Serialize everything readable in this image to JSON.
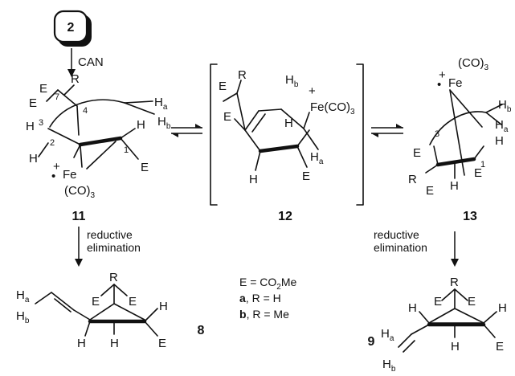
{
  "start": {
    "label": "2",
    "reagent": "CAN"
  },
  "compound11": {
    "label": "11",
    "atoms": {
      "E7a": "E",
      "R": "R",
      "E7b": "E",
      "Ha": "H",
      "a": "a",
      "Hb": "H",
      "b": "b",
      "H3": "H",
      "H2": "H",
      "H1": "H",
      "E1": "E",
      "Fe": "Fe",
      "charge": "+",
      "dot": "•",
      "CO": "(CO)",
      "CO3": "3"
    },
    "numbers": {
      "n7": "7",
      "n4": "4",
      "n3": "3",
      "n2": "2",
      "n1": "1"
    }
  },
  "compound12": {
    "label": "12",
    "atoms": {
      "E": "E",
      "R": "R",
      "Hb": "H",
      "b": "b",
      "charge": "+",
      "Fe": "Fe(CO)",
      "Fe3": "3",
      "H": "H",
      "Ha": "H",
      "a": "a",
      "Hbot": "H",
      "Ebot": "E"
    }
  },
  "compound13": {
    "label": "13",
    "atoms": {
      "CO": "(CO)",
      "CO3": "3",
      "charge": "+",
      "dot": "•",
      "Fe": "Fe",
      "Hb": "H",
      "b": "b",
      "Ha": "H",
      "a": "a",
      "H1": "H",
      "E1": "E",
      "R": "R",
      "E2": "E",
      "Hbot": "H",
      "E3": "E"
    },
    "numbers": {
      "n3": "3",
      "n1": "1"
    }
  },
  "compound8": {
    "label": "8",
    "atoms": {
      "R": "R",
      "Ha": "H",
      "a": "a",
      "Hb": "H",
      "b": "b",
      "Eleft": "E",
      "Eright": "E",
      "Hright": "H",
      "Hleft": "H",
      "Hbot": "H",
      "E1": "E"
    }
  },
  "compound9": {
    "label": "9",
    "atoms": {
      "R": "R",
      "Hleft": "H",
      "Eleft": "E",
      "Eright": "E",
      "Hright": "H",
      "Ha": "H",
      "a": "a",
      "Hb": "H",
      "b": "b",
      "Hbot": "H",
      "E1": "E"
    }
  },
  "steps": {
    "left_line1": "reductive",
    "left_line2": "elimination",
    "right_line1": "reductive",
    "right_line2": "elimination"
  },
  "legend": {
    "line1_prefix": "E = CO",
    "line1_sub": "2",
    "line1_suffix": "Me",
    "line2_bold": "a",
    "line2_rest": ", R = H",
    "line3_bold": "b",
    "line3_rest": ", R = Me"
  }
}
